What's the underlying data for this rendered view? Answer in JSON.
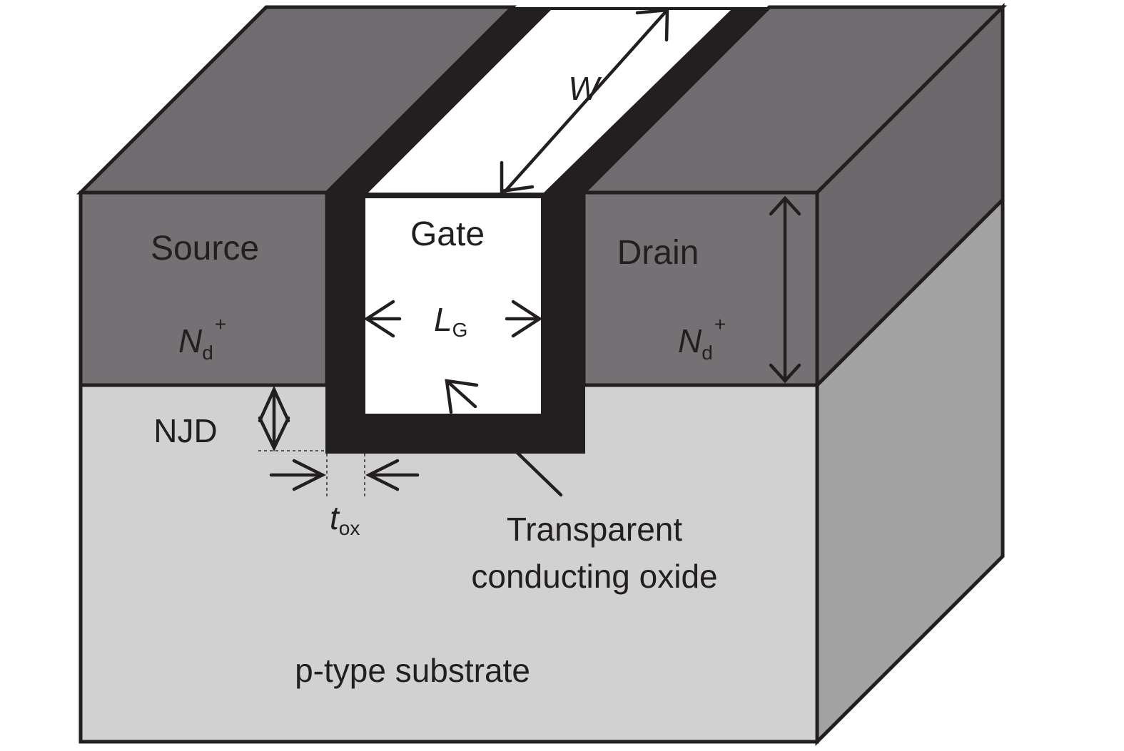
{
  "colors": {
    "substrate_front": "#d1d1d1",
    "substrate_side": "#a2a2a2",
    "electrode_front": "#737173",
    "electrode_top": "#6e6c6e",
    "electrode_side": "#6b696b",
    "oxide": "#231f20",
    "gate": "#ffffff",
    "outline": "#231f20"
  },
  "labels": {
    "source": "Source",
    "drain": "Drain",
    "gate": "Gate",
    "source_doping_main": "N",
    "source_doping_sub": "d",
    "source_doping_sup": "+",
    "drain_doping_main": "N",
    "drain_doping_sub": "d",
    "drain_doping_sup": "+",
    "gate_length_main": "L",
    "gate_length_sub": "G",
    "width": "W",
    "njd": "NJD",
    "oxide_thickness_main": "t",
    "oxide_thickness_sub": "ox",
    "tco_line1": "Transparent",
    "tco_line2": "conducting oxide",
    "substrate": "p-type substrate"
  }
}
